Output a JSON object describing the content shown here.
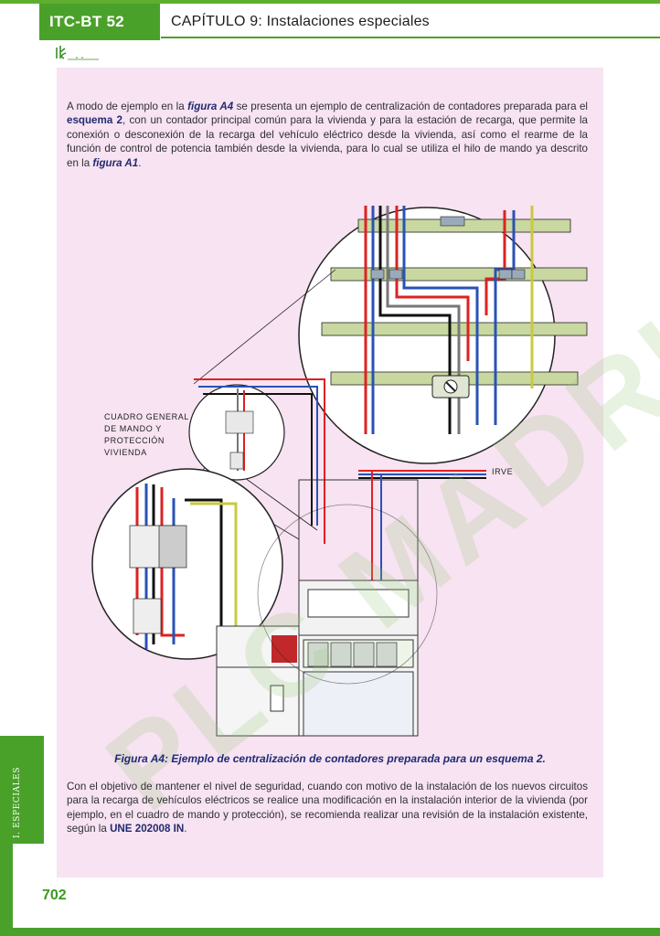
{
  "header": {
    "standard": "ITC-BT 52",
    "chapter": "CAPÍTULO 9: Instalaciones especiales"
  },
  "intro": {
    "s1": "A modo de ejemplo en la ",
    "fig_a4": "figura A4",
    "s2": " se presenta un ejemplo de centralización de contadores preparada para el ",
    "schema": "esquema 2",
    "s3": ", con un contador principal común para la vivienda y para la estación de recarga, que permite la conexión o desconexión de la recarga del vehículo eléctrico desde la vivienda, así como el rearme de la función de control de potencia también desde la vivienda, para lo cual se utiliza el hilo de mando ya descrito en la ",
    "fig_a1": "figura A1",
    "s4": "."
  },
  "figure": {
    "label_cgmp": [
      "CUADRO GENERAL",
      "DE MANDO Y",
      "PROTECCIÓN",
      "VIVIENDA"
    ],
    "label_irve": "IRVE"
  },
  "caption": "Figura A4: Ejemplo de centralización de contadores preparada para un esquema 2.",
  "closing": {
    "s1": "Con el objetivo de mantener el nivel de seguridad, cuando con motivo de la instalación de los nuevos circuitos para la recarga de vehículos eléctricos se realice una modificación en la instalación interior de la vivienda (por ejemplo, en el cuadro de mando y protección), se recomienda realizar una revisión de la instalación existente, según la ",
    "une": "UNE 202008 IN",
    "s2": "."
  },
  "sidebar": {
    "section": "I. ESPECIALES"
  },
  "footer": {
    "page_number": "702"
  },
  "watermark": "PLC MADRID",
  "colors": {
    "brand_green": "#4aa12a",
    "panel_pink": "#f7e3f1",
    "caption_blue": "#1f2a78"
  }
}
